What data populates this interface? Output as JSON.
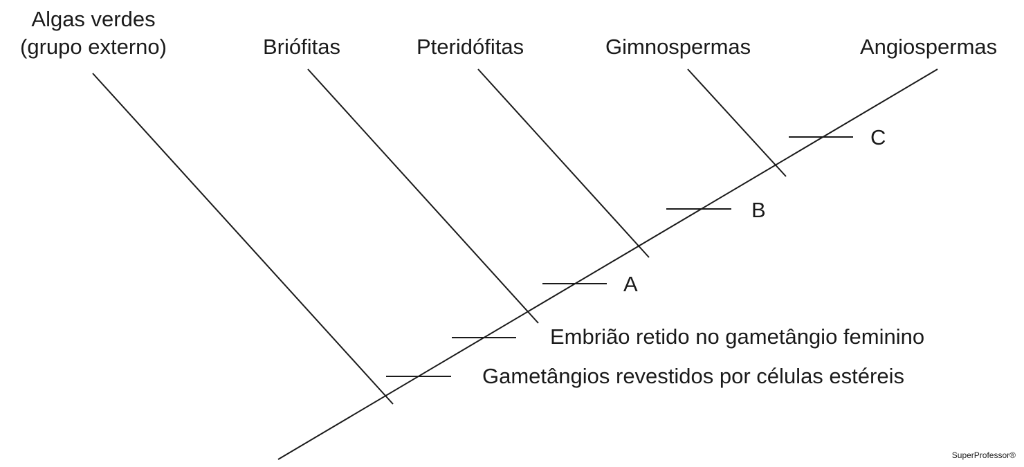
{
  "taxa": {
    "algas_line1": "Algas verdes",
    "algas_line2": "(grupo externo)",
    "briofitas": "Briófitas",
    "pteridofitas": "Pteridófitas",
    "gimnospermas": "Gimnospermas",
    "angiospermas": "Angiospermas"
  },
  "characters": {
    "gametangios": "Gametângios revestidos por células estéreis",
    "embriao": "Embrião retido no gametângio feminino",
    "a": "A",
    "b": "B",
    "c": "C"
  },
  "credit": "SuperProfessor®"
}
